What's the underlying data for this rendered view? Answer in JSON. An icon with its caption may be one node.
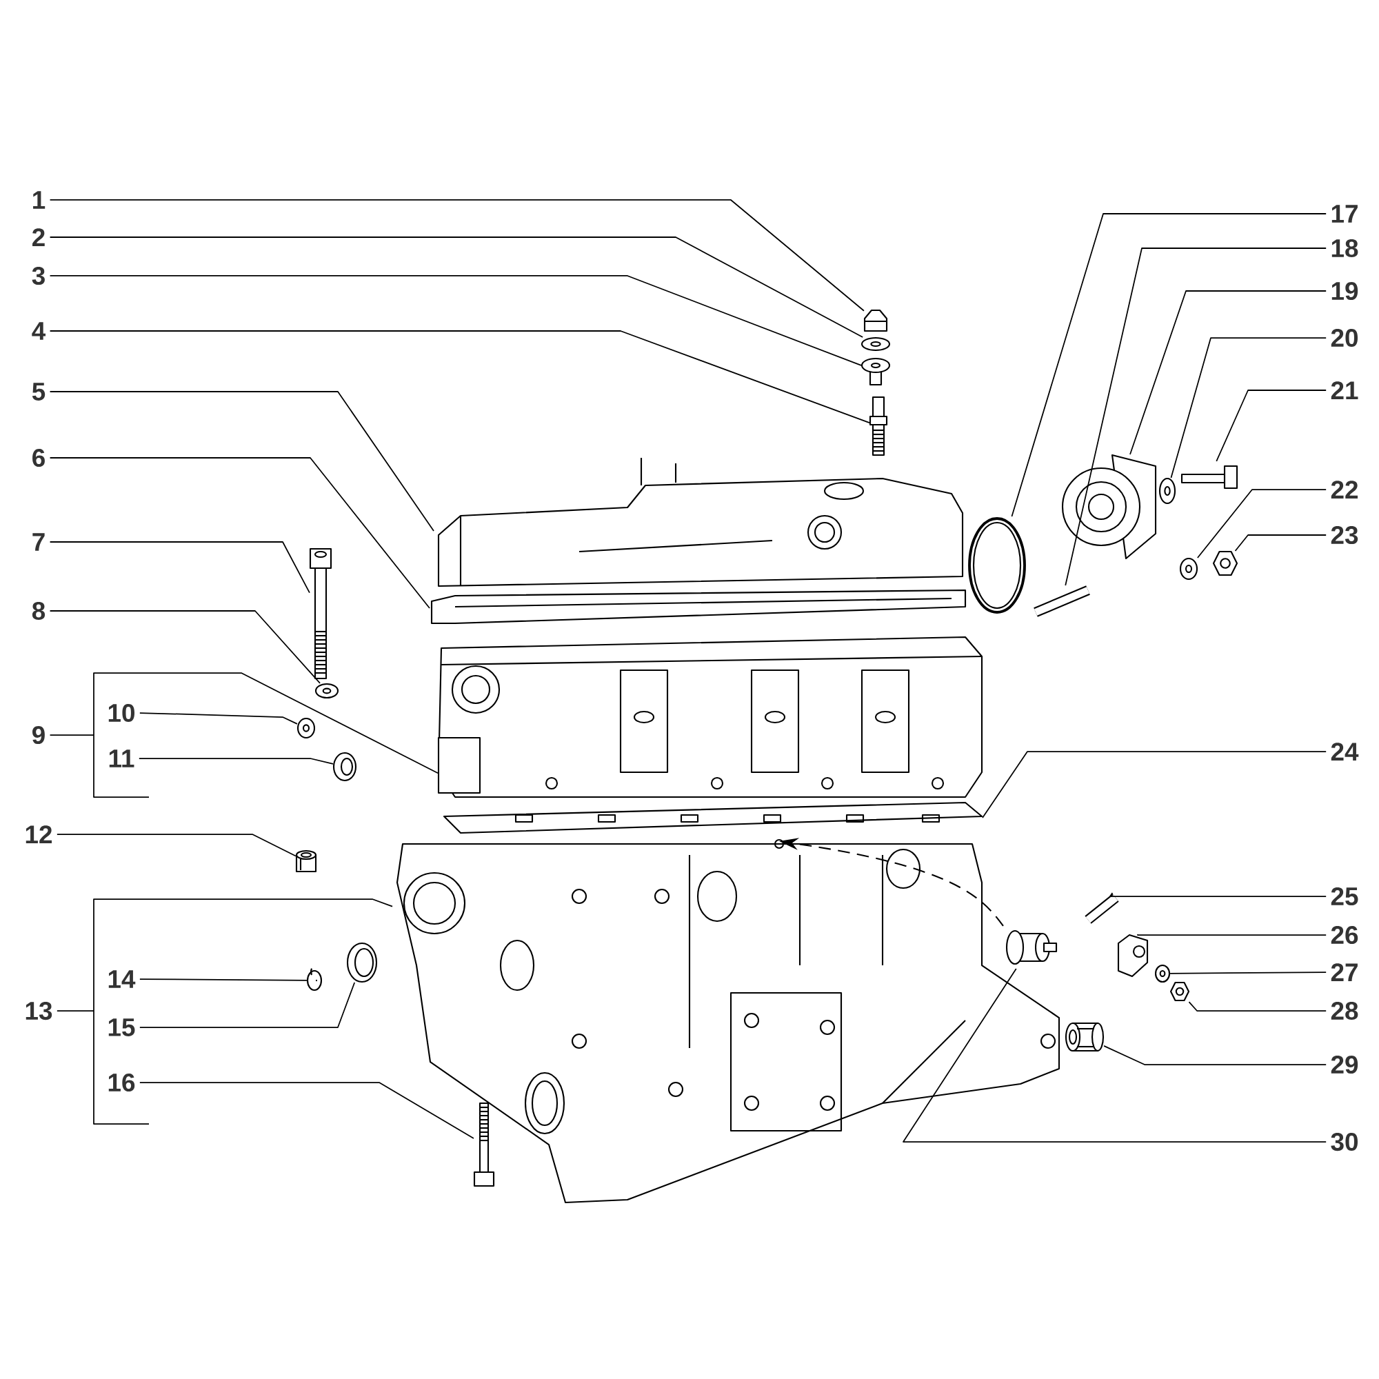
{
  "diagram": {
    "nodes": [
      {
        "text": [
          "1"
        ]
      },
      {
        "text": [
          "2"
        ]
      },
      {
        "text": [
          "3"
        ]
      },
      {
        "text": [
          "4"
        ]
      },
      {
        "text": [
          "5"
        ]
      },
      {
        "text": [
          "6"
        ]
      },
      {
        "text": [
          "7"
        ]
      },
      {
        "text": [
          "8"
        ]
      },
      {
        "text": [
          "9"
        ]
      },
      {
        "text": [
          "10"
        ]
      },
      {
        "text": [
          "11"
        ]
      },
      {
        "text": [
          "12"
        ]
      },
      {
        "text": [
          "13"
        ]
      },
      {
        "text": [
          "14"
        ]
      },
      {
        "text": [
          "15"
        ]
      },
      {
        "text": [
          "16"
        ]
      },
      {
        "text": [
          "17"
        ]
      },
      {
        "text": [
          "18"
        ]
      },
      {
        "text": [
          "19"
        ]
      },
      {
        "text": [
          "20"
        ]
      },
      {
        "text": [
          "21"
        ]
      },
      {
        "text": [
          "22"
        ]
      },
      {
        "text": [
          "23"
        ]
      },
      {
        "text": [
          "24"
        ]
      },
      {
        "text": [
          "25"
        ]
      },
      {
        "text": [
          "26"
        ]
      },
      {
        "text": [
          "27"
        ]
      },
      {
        "text": [
          "28"
        ]
      },
      {
        "text": [
          "29"
        ]
      },
      {
        "text": [
          "30"
        ]
      },
      {
        "text": [],
        "shape": "picture"
      },
      {
        "text": [],
        "shape": "picture"
      },
      {
        "text": [],
        "shape": "picture"
      },
      {
        "text": [],
        "shape": "picture"
      },
      {
        "text": [],
        "shape": "picture"
      },
      {
        "text": [],
        "shape": "picture"
      },
      {
        "text": [],
        "shape": "picture"
      },
      {
        "text": [],
        "shape": "picture"
      },
      {
        "text": [],
        "shape": "picture"
      },
      {
        "text": [],
        "shape": "picture"
      },
      {
        "text": [],
        "shape": "picture"
      },
      {
        "text": [],
        "shape": "picture"
      },
      {
        "text": [],
        "shape": "picture"
      },
      {
        "text": [],
        "shape": "picture"
      },
      {
        "text": [],
        "shape": "picture"
      },
      {
        "text": [],
        "shape": "picture"
      },
      {
        "text": [],
        "shape": "picture"
      },
      {
        "text": [],
        "shape": "picture"
      },
      {
        "text": [],
        "shape": "picture"
      },
      {
        "text": [],
        "shape": "picture"
      },
      {
        "text": [],
        "shape": "picture"
      },
      {
        "text": [],
        "shape": "picture"
      },
      {
        "text": [],
        "shape": "picture"
      },
      {
        "text": [],
        "shape": "picture"
      },
      {
        "text": [],
        "shape": "picture"
      },
      {
        "text": [],
        "shape": "picture"
      },
      {
        "text": [],
        "shape": "picture"
      },
      {
        "text": [],
        "shape": "picture"
      },
      {
        "text": [],
        "shape": "picture"
      },
      {
        "text": [],
        "shape": "picture"
      }
    ],
    "edges": [
      {
        "from": 0,
        "to": 30,
        "arrow": "none"
      },
      {
        "from": 1,
        "to": 31,
        "arrow": "none"
      },
      {
        "from": 2,
        "to": 32,
        "arrow": "none"
      },
      {
        "from": 3,
        "to": 33,
        "arrow": "none"
      },
      {
        "from": 4,
        "to": 34,
        "arrow": "none"
      },
      {
        "from": 5,
        "to": 35,
        "arrow": "none"
      },
      {
        "from": 6,
        "to": 36,
        "arrow": "none"
      },
      {
        "from": 7,
        "to": 37,
        "arrow": "none"
      },
      {
        "from": 8,
        "to": 38,
        "arrow": "none"
      },
      {
        "from": 9,
        "to": 39,
        "arrow": "none"
      },
      {
        "from": 10,
        "to": 40,
        "arrow": "none"
      },
      {
        "from": 11,
        "to": 41,
        "arrow": "none"
      },
      {
        "from": 12,
        "to": 42,
        "arrow": "none"
      },
      {
        "from": 13,
        "to": 43,
        "arrow": "none"
      },
      {
        "from": 14,
        "to": 44,
        "arrow": "none"
      },
      {
        "from": 15,
        "to": 45,
        "arrow": "none"
      },
      {
        "from": 16,
        "to": 46,
        "arrow": "none"
      },
      {
        "from": 17,
        "to": 47,
        "arrow": "none"
      },
      {
        "from": 18,
        "to": 48,
        "arrow": "none"
      },
      {
        "from": 19,
        "to": 49,
        "arrow": "none"
      },
      {
        "from": 20,
        "to": 50,
        "arrow": "none"
      },
      {
        "from": 21,
        "to": 51,
        "arrow": "none"
      },
      {
        "from": 22,
        "to": 52,
        "arrow": "none"
      },
      {
        "from": 23,
        "to": 53,
        "arrow": "none"
      },
      {
        "from": 24,
        "to": 54,
        "arrow": "none"
      },
      {
        "from": 25,
        "to": 55,
        "arrow": "none"
      },
      {
        "from": 26,
        "to": 56,
        "arrow": "none"
      },
      {
        "from": 27,
        "to": 57,
        "arrow": "none"
      },
      {
        "from": 28,
        "to": 58,
        "arrow": "none"
      },
      {
        "from": 29,
        "to": 59,
        "arrow": "none"
      },
      {
        "from": 59,
        "to": 42,
        "arrow": "to",
        "style": "dashed"
      }
    ]
  }
}
